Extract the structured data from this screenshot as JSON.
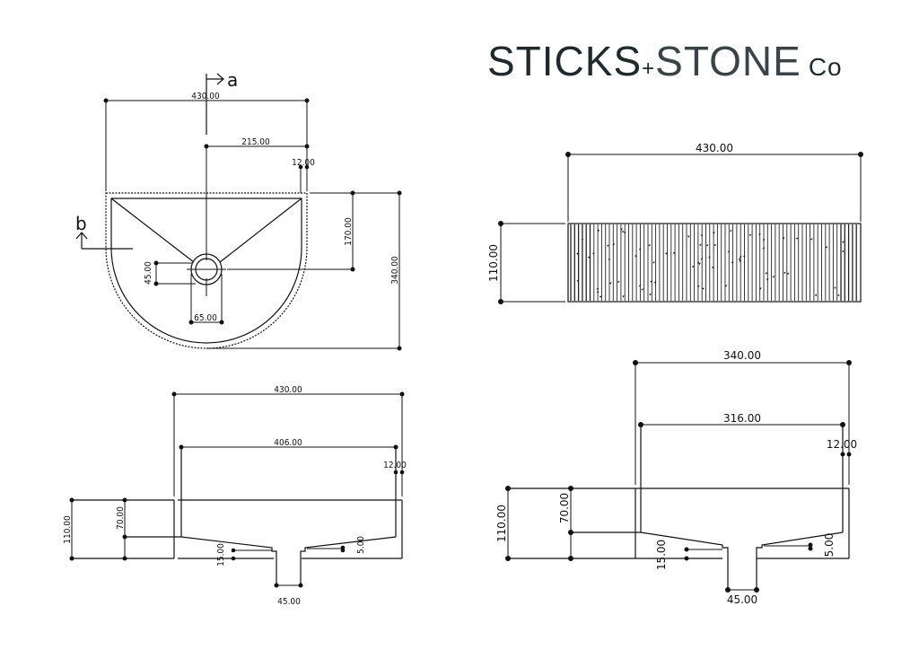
{
  "brand": {
    "part1": "STICKS",
    "plus": "+",
    "part2": "STONE",
    "suffix": "Co"
  },
  "plan_view": {
    "section_a": "a",
    "section_b": "b",
    "width": "430.00",
    "half_width": "215.00",
    "rim": "12.00",
    "drain_offset": "170.00",
    "depth": "340.00",
    "drain_y": "45.00",
    "drain_x": "65.00"
  },
  "front_elevation": {
    "width": "430.00",
    "height": "110.00"
  },
  "section_a_view": {
    "width": "430.00",
    "inner_width": "406.00",
    "rim": "12.00",
    "height": "110.00",
    "inner_depth": "70.00",
    "base": "15.00",
    "slope": "5.00",
    "drain": "45.00"
  },
  "section_b_view": {
    "width": "340.00",
    "inner_width": "316.00",
    "rim": "12.00",
    "height": "110.00",
    "inner_depth": "70.00",
    "base": "15.00",
    "slope": "5.00",
    "drain": "45.00"
  }
}
